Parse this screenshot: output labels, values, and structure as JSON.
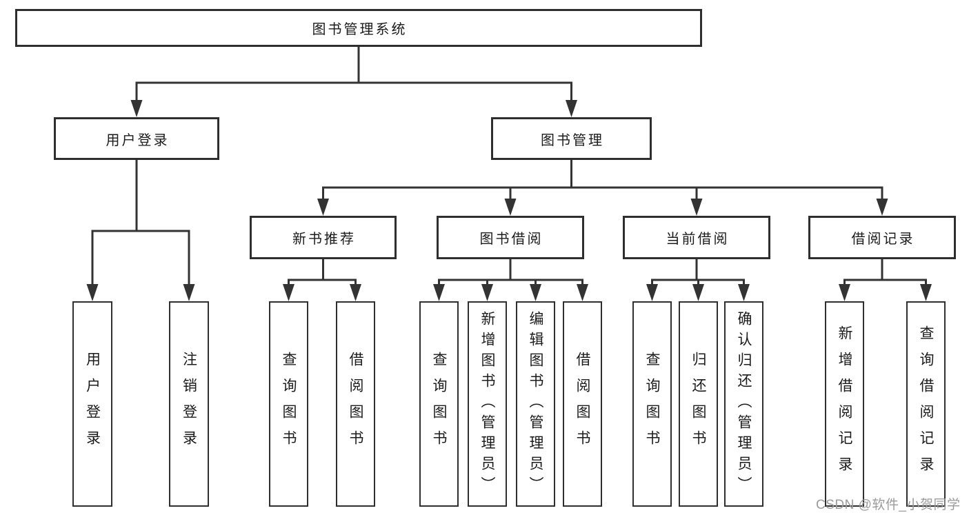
{
  "diagram": {
    "watermark": "CSDN @软件_小贺同学",
    "colors": {
      "line": "#333333",
      "border": "#2e2e2e",
      "text": "#1b1b1b",
      "watermark": "#9b9b9b",
      "background": "#ffffff"
    },
    "nodes": [
      {
        "id": "root",
        "label": "图书管理系统",
        "parent": null,
        "vertical": false
      },
      {
        "id": "user-login",
        "label": "用户登录",
        "parent": "root",
        "vertical": false
      },
      {
        "id": "book-mgmt",
        "label": "图书管理",
        "parent": "root",
        "vertical": false
      },
      {
        "id": "new-book-rec",
        "label": "新书推荐",
        "parent": "book-mgmt",
        "vertical": false
      },
      {
        "id": "book-borrow",
        "label": "图书借阅",
        "parent": "book-mgmt",
        "vertical": false
      },
      {
        "id": "current-borrow",
        "label": "当前借阅",
        "parent": "book-mgmt",
        "vertical": false
      },
      {
        "id": "borrow-record",
        "label": "借阅记录",
        "parent": "book-mgmt",
        "vertical": false
      },
      {
        "id": "leaf-user-login",
        "label": "用户登录",
        "parent": "user-login",
        "vertical": true
      },
      {
        "id": "leaf-logout",
        "label": "注销登录",
        "parent": "user-login",
        "vertical": true
      },
      {
        "id": "leaf-query-book-rec",
        "label": "查询图书",
        "parent": "new-book-rec",
        "vertical": true
      },
      {
        "id": "leaf-borrow-book-rec",
        "label": "借阅图书",
        "parent": "new-book-rec",
        "vertical": true
      },
      {
        "id": "leaf-query-book-borrow",
        "label": "查询图书",
        "parent": "book-borrow",
        "vertical": true
      },
      {
        "id": "leaf-add-book",
        "label": "新增图书（管理员）",
        "parent": "book-borrow",
        "vertical": true
      },
      {
        "id": "leaf-edit-book",
        "label": "编辑图书（管理员）",
        "parent": "book-borrow",
        "vertical": true
      },
      {
        "id": "leaf-borrow-book",
        "label": "借阅图书",
        "parent": "book-borrow",
        "vertical": true
      },
      {
        "id": "leaf-query-book-current",
        "label": "查询图书",
        "parent": "current-borrow",
        "vertical": true
      },
      {
        "id": "leaf-return-book",
        "label": "归还图书",
        "parent": "current-borrow",
        "vertical": true
      },
      {
        "id": "leaf-confirm-return",
        "label": "确认归还（管理员）",
        "parent": "current-borrow",
        "vertical": true
      },
      {
        "id": "leaf-add-borrow-record",
        "label": "新增借阅记录",
        "parent": "borrow-record",
        "vertical": true
      },
      {
        "id": "leaf-query-borrow-record",
        "label": "查询借阅记录",
        "parent": "borrow-record",
        "vertical": true
      }
    ]
  }
}
